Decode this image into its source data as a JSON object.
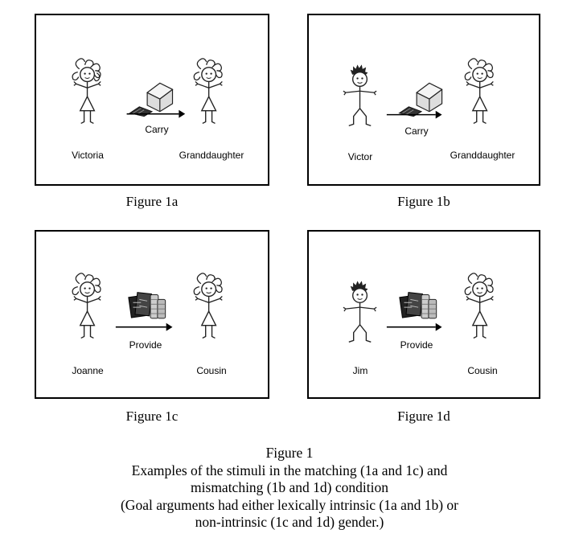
{
  "panels": {
    "a": {
      "agent": "Victoria",
      "verb": "Carry",
      "goal": "Granddaughter",
      "caption": "Figure 1a",
      "agent_icon": "girl-icon",
      "object_icon": "box-on-cart-icon"
    },
    "b": {
      "agent": "Victor",
      "verb": "Carry",
      "goal": "Granddaughter",
      "caption": "Figure 1b",
      "agent_icon": "boy-icon",
      "object_icon": "box-on-cart-icon"
    },
    "c": {
      "agent": "Joanne",
      "verb": "Provide",
      "goal": "Cousin",
      "caption": "Figure 1c",
      "agent_icon": "girl-icon",
      "object_icon": "money-icon"
    },
    "d": {
      "agent": "Jim",
      "verb": "Provide",
      "goal": "Cousin",
      "caption": "Figure 1d",
      "agent_icon": "boy-icon",
      "object_icon": "money-icon"
    }
  },
  "caption": {
    "line1": "Figure 1",
    "line2": "Examples of the stimuli in the matching (1a and 1c) and",
    "line3": "mismatching (1b and 1d) condition",
    "line4": "(Goal arguments had either lexically intrinsic (1a and 1b) or",
    "line5": "non-intrinsic (1c and 1d) gender.)"
  }
}
